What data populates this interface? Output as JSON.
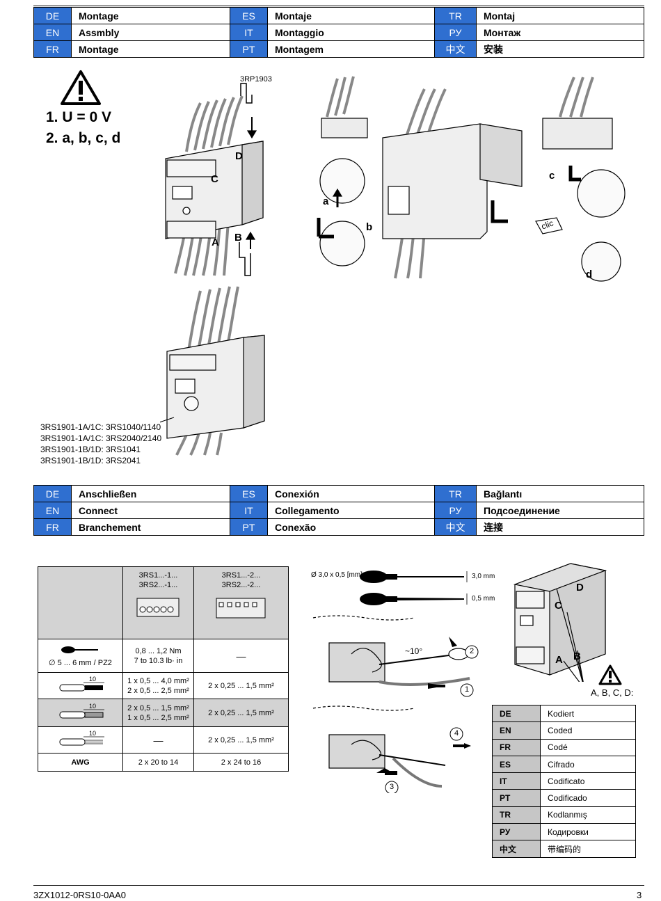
{
  "assembly": [
    [
      {
        "code": "DE",
        "word": "Montage"
      },
      {
        "code": "ES",
        "word": "Montaje"
      },
      {
        "code": "TR",
        "word": "Montaj"
      }
    ],
    [
      {
        "code": "EN",
        "word": "Assmbly"
      },
      {
        "code": "IT",
        "word": "Montaggio"
      },
      {
        "code": "РУ",
        "word": "Монтаж"
      }
    ],
    [
      {
        "code": "FR",
        "word": "Montage"
      },
      {
        "code": "PT",
        "word": "Montagem"
      },
      {
        "code": "中文",
        "word": "安装"
      }
    ]
  ],
  "connect": [
    [
      {
        "code": "DE",
        "word": "Anschließen"
      },
      {
        "code": "ES",
        "word": "Conexión"
      },
      {
        "code": "TR",
        "word": "Bağlantı"
      }
    ],
    [
      {
        "code": "EN",
        "word": "Connect"
      },
      {
        "code": "IT",
        "word": "Collegamento"
      },
      {
        "code": "РУ",
        "word": "Подсоединение"
      }
    ],
    [
      {
        "code": "FR",
        "word": "Branchement"
      },
      {
        "code": "PT",
        "word": "Conexão"
      },
      {
        "code": "中文",
        "word": "连接"
      }
    ]
  ],
  "warning": {
    "step1": "1. U = 0 V",
    "step2": "2. a, b, c, d"
  },
  "fig1": {
    "part": "3RP1903",
    "a": "A",
    "b": "B",
    "c": "C",
    "d": "D"
  },
  "fig2": {
    "a": "a",
    "b": "b",
    "c": "c",
    "d": "d",
    "clic": "clic"
  },
  "modules": [
    "3RS1901-1A/1C: 3RS1040/1140",
    "3RS1901-1A/1C: 3RS2040/2140",
    "3RS1901-1B/1D: 3RS1041",
    "3RS1901-1B/1D: 3RS2041"
  ],
  "spec": {
    "col1": [
      "3RS1...-1...",
      "3RS2...-1..."
    ],
    "col2": [
      "3RS1...-2...",
      "3RS2...-2..."
    ],
    "screwdriver": "∅  5 ... 6 mm / PZ2",
    "torque": [
      "0,8 ... 1,2 Nm",
      "7 to 10.3 lb· in"
    ],
    "dash": "—",
    "strip": "10",
    "row2": {
      "c1": [
        "1 x 0,5 ... 4,0 mm²",
        "2 x 0,5 ... 2,5 mm²"
      ],
      "c2": "2 x 0,25 ... 1,5 mm²"
    },
    "row3": {
      "c1": [
        "2 x 0,5 ... 1,5 mm²",
        "1 x 0,5 ... 2,5 mm²"
      ],
      "c2": "2 x 0,25 ... 1,5 mm²"
    },
    "row4": {
      "c1": "—",
      "c2": "2 x 0,25 ... 1,5 mm²"
    },
    "awg": {
      "label": "AWG",
      "c1": "2 x 20 to 14",
      "c2": "2 x 24 to 16"
    }
  },
  "tool": {
    "size": "Ø 3,0 x 0,5 [mm]",
    "w1": "3,0 mm",
    "w2": "0,5 mm",
    "angle": "~10°",
    "n1": "1",
    "n2": "2",
    "n3": "3",
    "n4": "4"
  },
  "device": {
    "a": "A",
    "b": "B",
    "c": "C",
    "d": "D",
    "caption": "A, B, C, D:"
  },
  "coded": [
    {
      "code": "DE",
      "word": "Kodiert"
    },
    {
      "code": "EN",
      "word": "Coded"
    },
    {
      "code": "FR",
      "word": "Codé"
    },
    {
      "code": "ES",
      "word": "Cifrado"
    },
    {
      "code": "IT",
      "word": "Codificato"
    },
    {
      "code": "PT",
      "word": "Codificado"
    },
    {
      "code": "TR",
      "word": "Kodlanmış"
    },
    {
      "code": "РУ",
      "word": "Кодировки"
    },
    {
      "code": "中文",
      "word": "带编码的"
    }
  ],
  "footer": {
    "doc": "3ZX1012-0RS10-0AA0",
    "page": "3"
  }
}
